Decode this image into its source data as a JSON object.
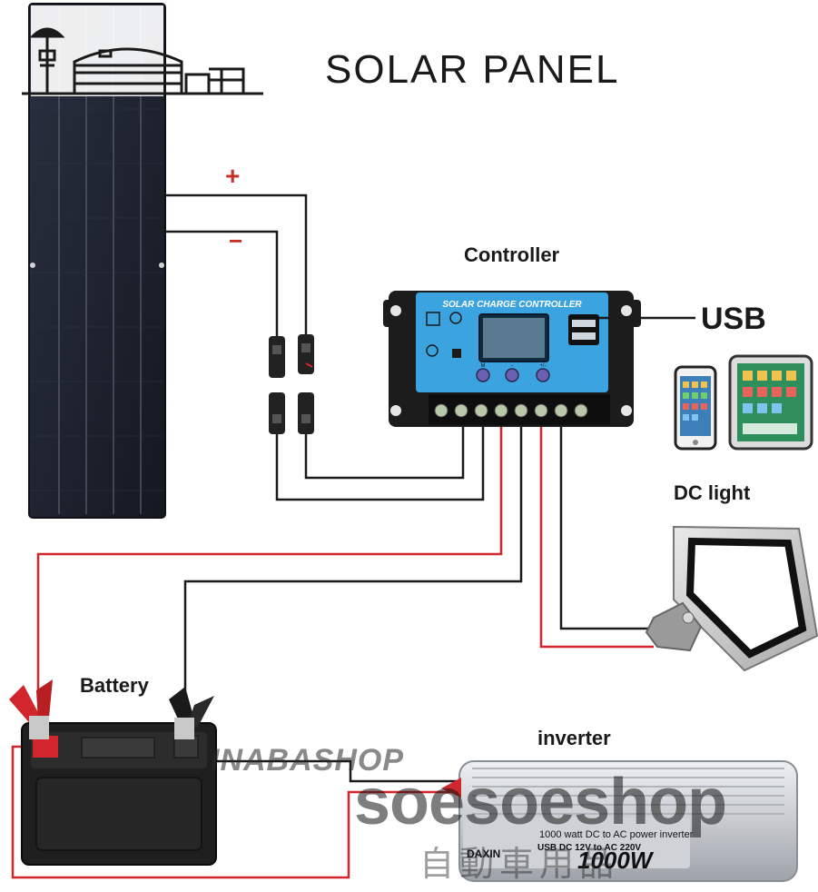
{
  "title": "SOLAR PANEL",
  "signs": {
    "plus": "+",
    "minus": "−"
  },
  "labels": {
    "controller": "Controller",
    "usb": "USB",
    "dc_light": "DC light",
    "battery": "Battery",
    "inverter": "inverter"
  },
  "controller_panel": {
    "banner": "SOLAR CHARGE CONTROLLER",
    "buttons": [
      "M",
      "-",
      "+/-"
    ]
  },
  "inverter_panel": {
    "line1": "1000 watt DC to AC power inverter",
    "brand": "DAXIN",
    "usb_text": "USB DC 12V to AC 220V",
    "rating": "1000W"
  },
  "watermarks": {
    "shop1": "INABASHOP",
    "shop2": "soesoeshop",
    "jp": "自動車用品"
  },
  "colors": {
    "wire_black": "#1a1a1a",
    "wire_red": "#d1262b",
    "panel_dark": "#1e2430",
    "controller_blue": "#3ba4e0",
    "controller_body": "#1c1c1c"
  },
  "icons": [
    "house-outline-icon",
    "phone-icon",
    "tablet-icon",
    "dc-floodlight-icon",
    "clamp-icon"
  ]
}
